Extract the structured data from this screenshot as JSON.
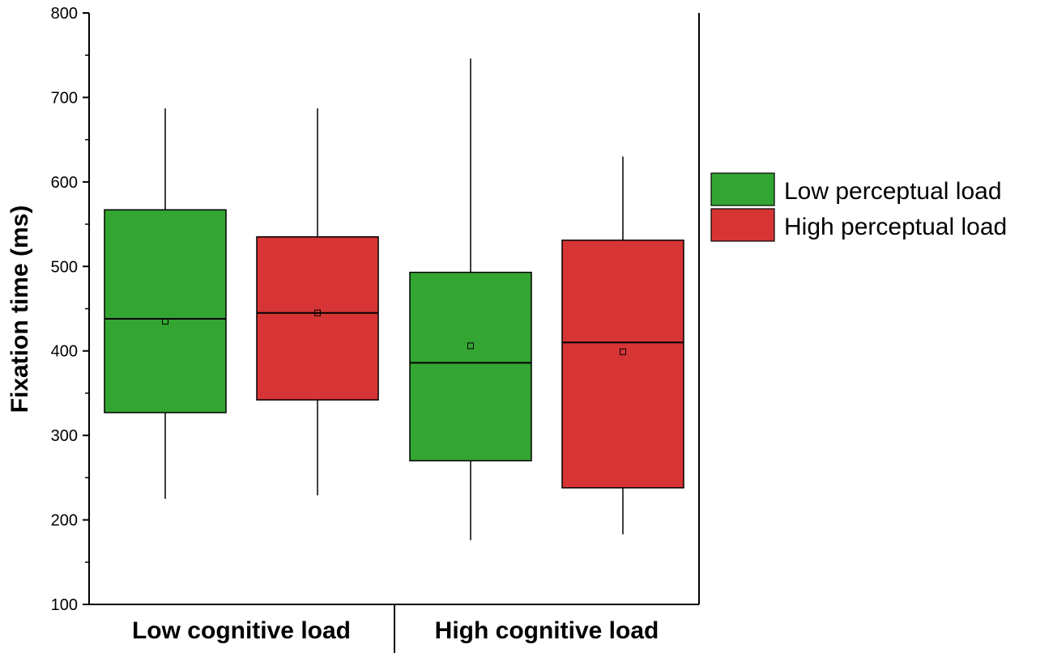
{
  "chart_data": {
    "type": "box",
    "ylabel": "Fixation time (ms)",
    "ylim": [
      100,
      800
    ],
    "y_ticks": [
      100,
      200,
      300,
      400,
      500,
      600,
      700,
      800
    ],
    "groups": [
      "Low cognitive load",
      "High cognitive load"
    ],
    "series": [
      {
        "name": "Low perceptual load",
        "color": "#33a532",
        "boxes": [
          {
            "group": "Low cognitive load",
            "whisker_low": 225,
            "q1": 327,
            "median": 438,
            "q3": 567,
            "whisker_high": 687,
            "mean": 435
          },
          {
            "group": "High cognitive load",
            "whisker_low": 176,
            "q1": 270,
            "median": 386,
            "q3": 493,
            "whisker_high": 746,
            "mean": 406
          }
        ]
      },
      {
        "name": "High perceptual load",
        "color": "#d73535",
        "boxes": [
          {
            "group": "Low cognitive load",
            "whisker_low": 229,
            "q1": 342,
            "median": 445,
            "q3": 535,
            "whisker_high": 687,
            "mean": 445
          },
          {
            "group": "High cognitive load",
            "whisker_low": 183,
            "q1": 238,
            "median": 410,
            "q3": 531,
            "whisker_high": 630,
            "mean": 399
          }
        ]
      }
    ],
    "legend": "right",
    "grid": false
  }
}
